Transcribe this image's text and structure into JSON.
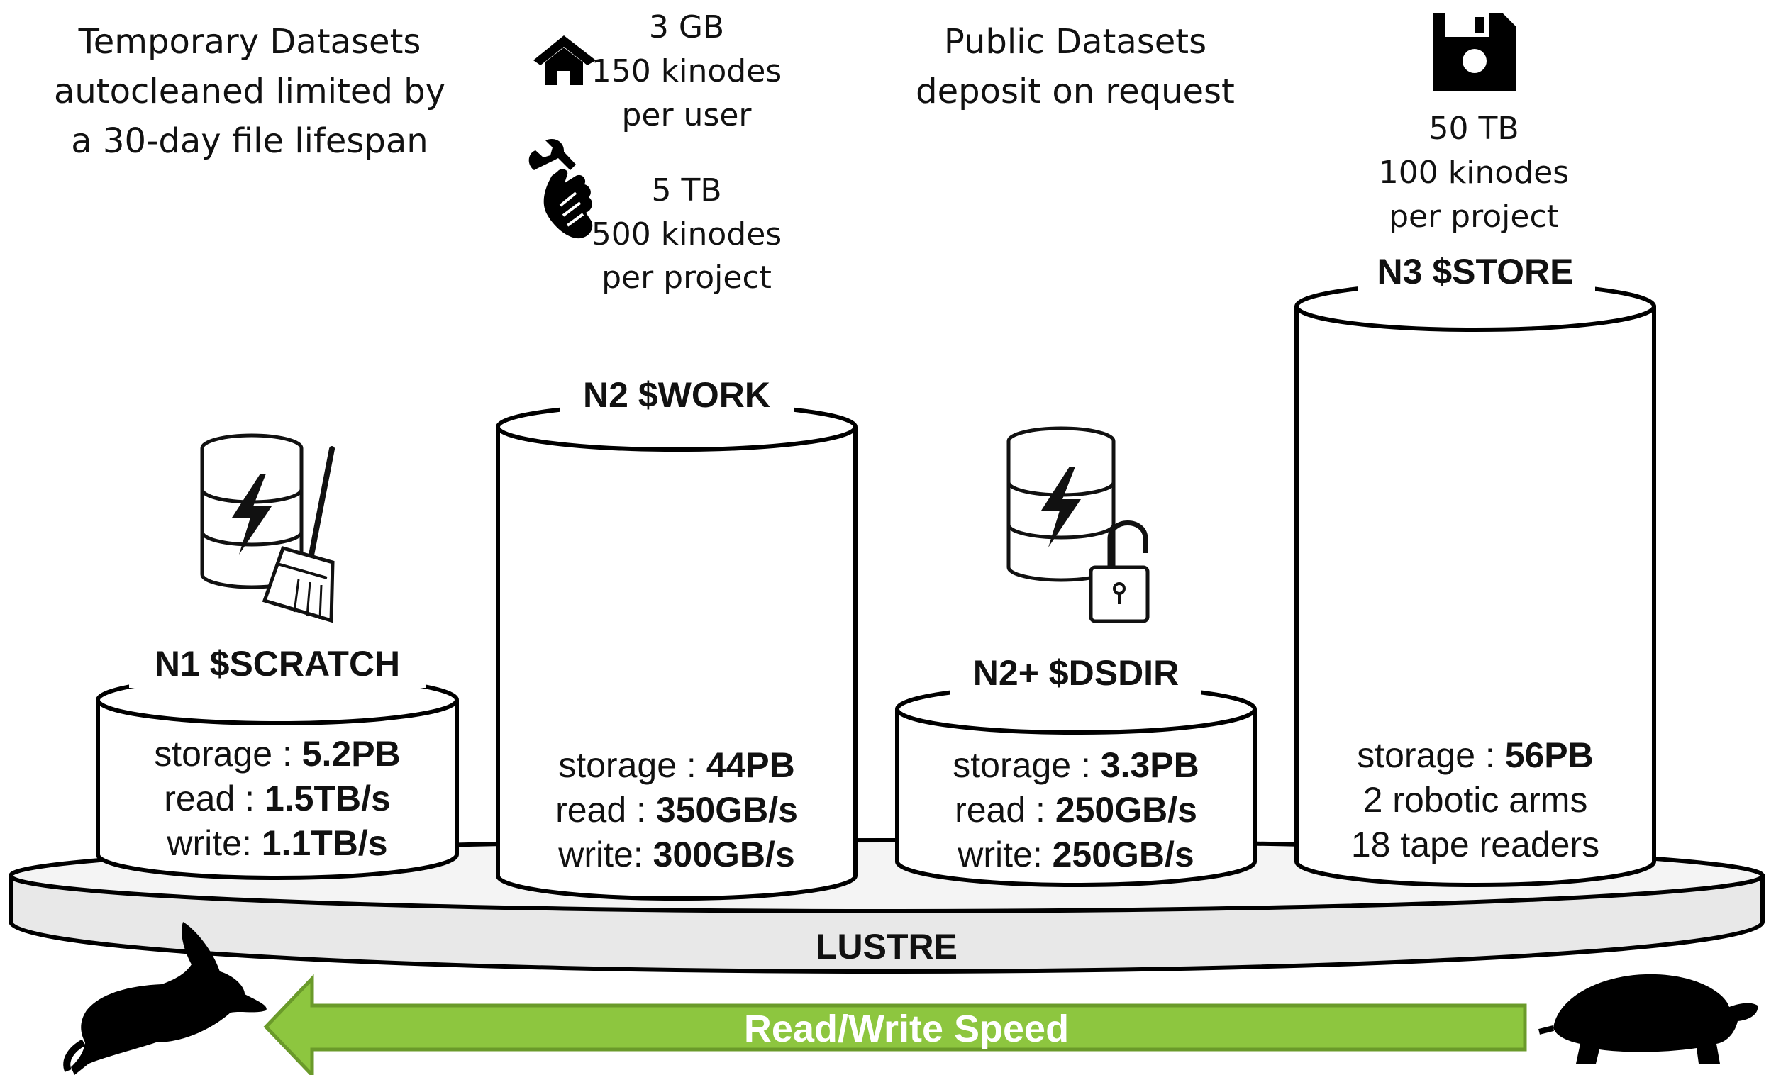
{
  "notes": {
    "temporary": [
      "Temporary Datasets",
      "autocleaned limited by",
      "a 30-day file lifespan"
    ],
    "home_quota": [
      "3 GB",
      "150 kinodes",
      "per user"
    ],
    "work_quota": [
      "5 TB",
      "500 kinodes",
      "per project"
    ],
    "public": [
      "Public Datasets",
      "deposit on request"
    ],
    "store_quota": [
      "50 TB",
      "100 kinodes",
      "per project"
    ]
  },
  "storages": {
    "scratch": {
      "title": "N1 $SCRATCH",
      "storage_label": "storage : ",
      "storage_value": "5.2PB",
      "read_label": "read : ",
      "read_value": "1.5TB/s",
      "write_label": "write: ",
      "write_value": "1.1TB/s"
    },
    "work": {
      "title": "N2 $WORK",
      "storage_label": "storage : ",
      "storage_value": "44PB",
      "read_label": "read : ",
      "read_value": "350GB/s",
      "write_label": "write: ",
      "write_value": "300GB/s"
    },
    "dsdir": {
      "title": "N2+ $DSDIR",
      "storage_label": "storage : ",
      "storage_value": "3.3PB",
      "read_label": "read : ",
      "read_value": "250GB/s",
      "write_label": "write: ",
      "write_value": "250GB/s"
    },
    "store": {
      "title": "N3 $STORE",
      "storage_label": "storage : ",
      "storage_value": "56PB",
      "line2": "2 robotic arms",
      "line3": "18 tape readers"
    }
  },
  "platform": {
    "label": "LUSTRE",
    "fill": "#e8e8e8"
  },
  "speed": {
    "label": "Read/Write Speed",
    "color": "#8dc63f",
    "border": "#6a9a2a"
  },
  "icons": [
    "house-icon",
    "wrench-hand-icon",
    "floppy-disk-icon",
    "database-lightning-icon",
    "broom-icon",
    "padlock-open-icon",
    "rabbit-icon",
    "turtle-icon"
  ]
}
